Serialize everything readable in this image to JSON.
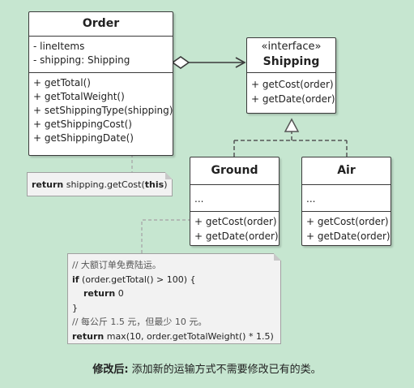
{
  "order": {
    "name": "Order",
    "fields": [
      "- lineItems",
      "- shipping: Shipping"
    ],
    "methods": [
      "+ getTotal()",
      "+ getTotalWeight()",
      "+ setShippingType(shipping)",
      "+ getShippingCost()",
      "+ getShippingDate()"
    ]
  },
  "shipping": {
    "stereotype": "«interface»",
    "name": "Shipping",
    "methods": [
      "+ getCost(order)",
      "+ getDate(order)"
    ]
  },
  "ground": {
    "name": "Ground",
    "fields": "...",
    "methods": [
      "+ getCost(order)",
      "+ getDate(order)"
    ]
  },
  "air": {
    "name": "Air",
    "fields": "...",
    "methods": [
      "+ getCost(order)",
      "+ getDate(order)"
    ]
  },
  "note_order": {
    "keyword": "return",
    "code": " shipping.getCost(",
    "this_kw": "this",
    "close": ")"
  },
  "note_ground": {
    "comment1": "// 大额订单免费陆运。",
    "if_kw": "if",
    "if_rest": " (order.getTotal() > 100) {",
    "return_kw": "return",
    "return_val": " 0",
    "close_brace": "}",
    "comment2": "// 每公斤 1.5 元，但最少 10 元。",
    "return2_kw": "return",
    "return2_rest": " max(10, order.getTotalWeight() * 1.5)"
  },
  "caption": {
    "label": "修改后:",
    "text": " 添加新的运输方式不需要修改已有的类。"
  }
}
